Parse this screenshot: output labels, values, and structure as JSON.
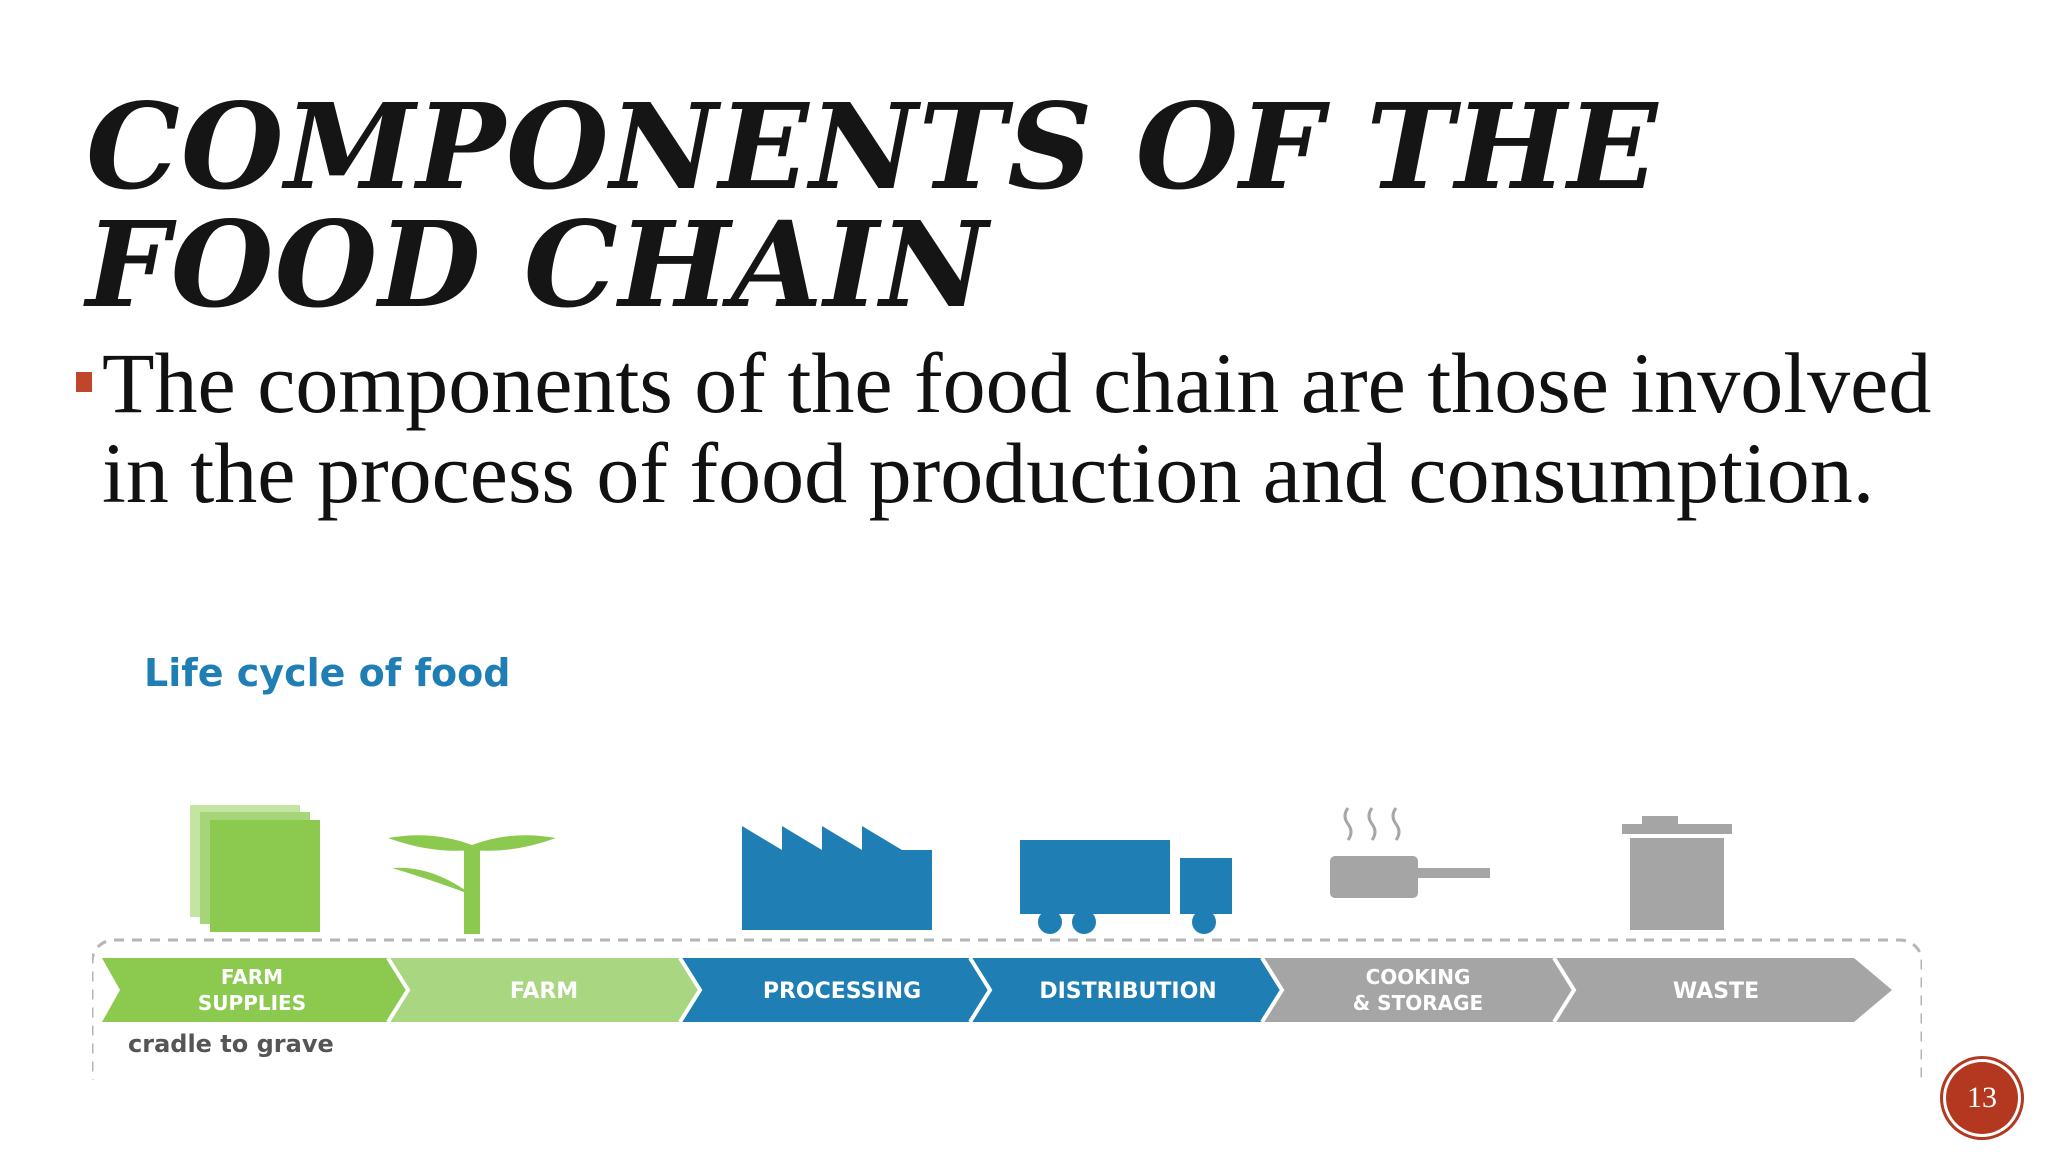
{
  "slide": {
    "title": "COMPONENTS OF THE FOOD CHAIN",
    "bullet": "The components of the food chain are those involved in the process of food production and consumption.",
    "page_number": "13"
  },
  "diagram": {
    "title": "Life cycle of food",
    "footer": "cradle to grave",
    "stages": [
      {
        "line1": "FARM",
        "line2": "SUPPLIES",
        "icon": "farm-supplies-icon",
        "color": "#8cc94f"
      },
      {
        "line1": "FARM",
        "line2": "",
        "icon": "sprout-icon",
        "color": "#8cc94f"
      },
      {
        "line1": "PROCESSING",
        "line2": "",
        "icon": "factory-icon",
        "color": "#1f7fb4"
      },
      {
        "line1": "DISTRIBUTION",
        "line2": "",
        "icon": "truck-icon",
        "color": "#1f7fb4"
      },
      {
        "line1": "COOKING",
        "line2": "& STORAGE",
        "icon": "cooking-pot-icon",
        "color": "#a5a5a5"
      },
      {
        "line1": "WASTE",
        "line2": "",
        "icon": "trash-bin-icon",
        "color": "#a5a5a5"
      }
    ],
    "colors": {
      "title": "#1f7fb4",
      "green_light": "#b5de8e",
      "green": "#8cc94f",
      "blue": "#1f7fb4",
      "gray": "#a5a5a5",
      "border": "#b5b5b5"
    }
  }
}
